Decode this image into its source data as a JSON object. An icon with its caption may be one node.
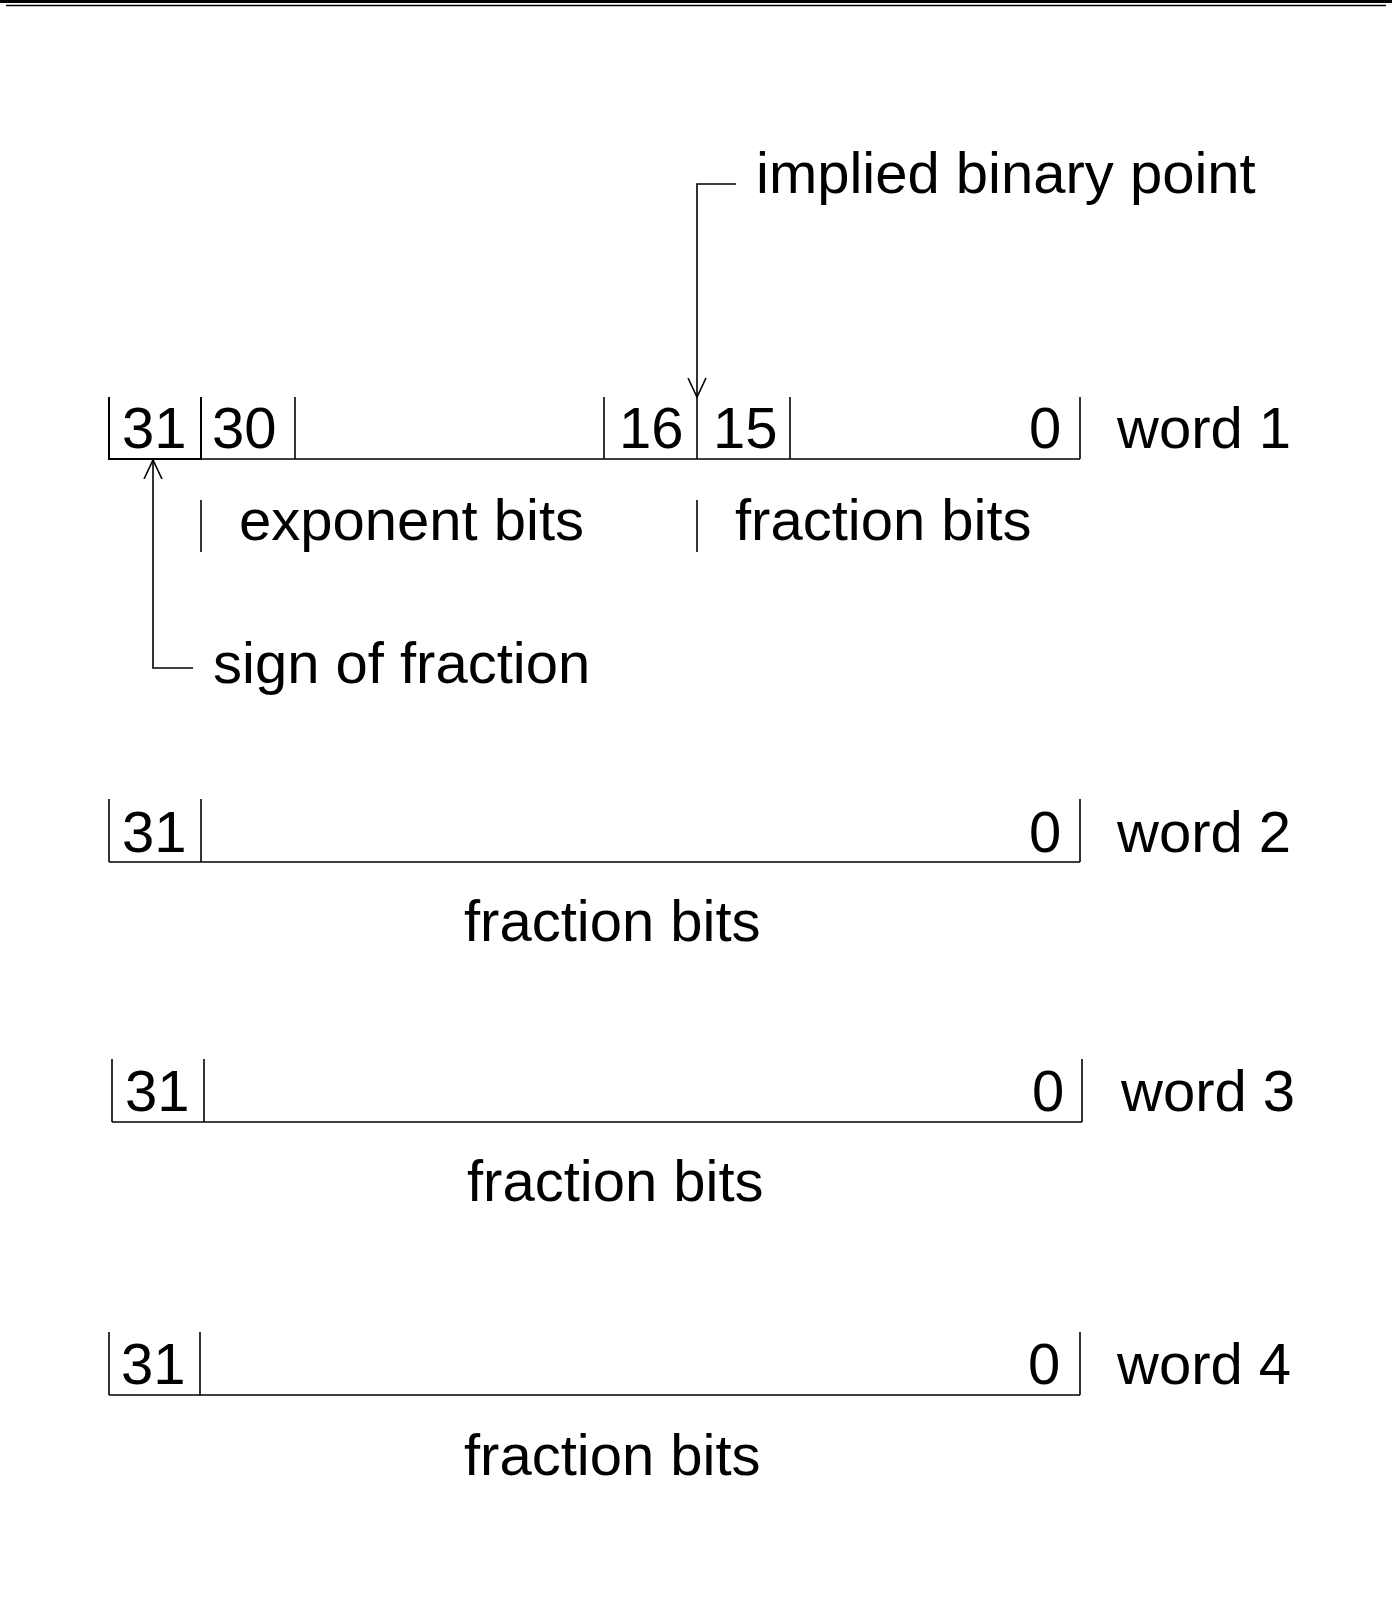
{
  "diagram": {
    "nodes": [
      {
        "text": [
          "implied binary point"
        ]
      },
      {
        "text": [
          "31"
        ]
      },
      {
        "text": [],
        "shape": "line"
      },
      {
        "text": [
          "sign of fraction"
        ]
      }
    ],
    "edges": [
      {
        "from": 0,
        "to": 2,
        "arrow": "to"
      },
      {
        "from": 3,
        "to": 1,
        "arrow": "to"
      }
    ],
    "labels": [
      "30",
      "16",
      "15",
      "0",
      "word 1",
      "exponent bits",
      "fraction bits",
      "31",
      "0",
      "word 2",
      "fraction bits",
      "31",
      "0",
      "word 3",
      "fraction bits",
      "31",
      "0",
      "word 4",
      "fraction bits"
    ]
  }
}
